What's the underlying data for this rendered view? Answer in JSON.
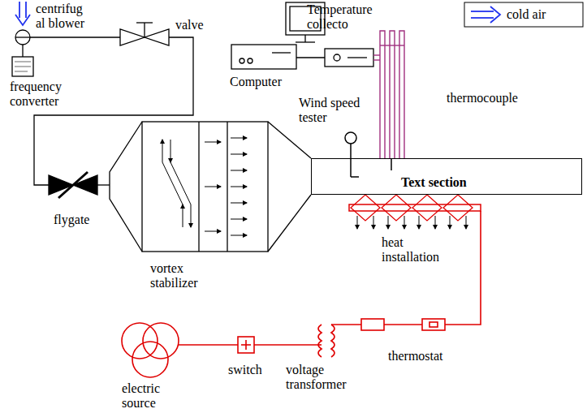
{
  "diagram": {
    "nodes": [
      {
        "text": [
          "Text section"
        ]
      }
    ],
    "labels": [
      "centrifug al blower",
      "valve",
      "frequency converter",
      "Computer",
      "Temperature collecto",
      "thermocouple",
      "Wind speed tester",
      "flygate",
      "vortex stabilizer",
      "heat installation",
      "electric source",
      "switch",
      "voltage transformer",
      "thermostat"
    ],
    "legend": [
      {
        "text": "cold air"
      }
    ]
  }
}
